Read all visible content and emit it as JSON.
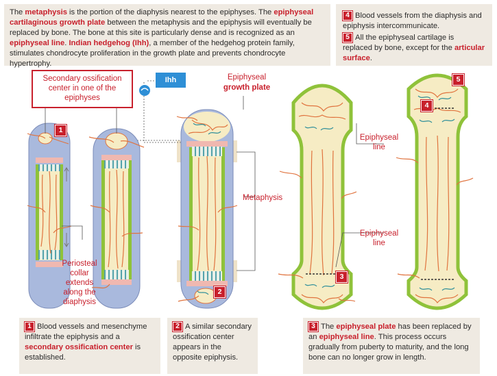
{
  "top_left_text": {
    "t1": "The ",
    "t2": "metaphysis",
    "t3": " is the portion of the diaphysis nearest to the epiphyses. The ",
    "t4": "epiphyseal cartilaginous growth plate",
    "t5": " between the metaphysis and the epiphysis will eventually be replaced by bone. The bone at this site is particularly dense and is recognized as an ",
    "t6": "epiphyseal line",
    "t7": ". ",
    "t8": "Indian hedgehog (Ihh)",
    "t9": ", a member of the hedgehog protein family, stimulates chondrocyte proliferation in the growth plate and prevents chondrocyte hypertrophy."
  },
  "top_right_text": {
    "n4": "4",
    "s4": "Blood vessels from the diaphysis and epiphysis intercommunicate.",
    "n5": "5",
    "s5a": "All the epiphyseal cartilage is replaced by bone, except for the ",
    "s5b": "articular surface",
    "s5c": "."
  },
  "labels": {
    "secondary_center": "Secondary ossification center in one of the epiphyses",
    "ihh": "Ihh",
    "growth_plate_1": "Epiphyseal",
    "growth_plate_2": "growth plate",
    "metaphysis": "Metaphysis",
    "epiphyseal_line_top": "Epiphyseal line",
    "epiphyseal_line_bottom": "Epiphyseal line",
    "periosteal_collar": "Periosteal collar extends along the diaphysis"
  },
  "badges": {
    "b1": "1",
    "b2": "2",
    "b3": "3",
    "b4": "4",
    "b5": "5"
  },
  "captions": {
    "c1_num": "1",
    "c1a": "Blood vessels and mesenchyme infiltrate the epiphysis and a ",
    "c1b": "secondary ossification center",
    "c1c": " is established.",
    "c2_num": "2",
    "c2a": "A similar secondary ossification center appears in the opposite epiphysis.",
    "c3_num": "3",
    "c3a": "The ",
    "c3b": "epiphyseal plate",
    "c3c": " has been replaced by an ",
    "c3d": "epiphyseal line",
    "c3e": ". This process occurs gradually from puberty to maturity, and the long bone can no longer grow in length."
  },
  "colors": {
    "accent_red": "#c8202c",
    "bone_blue": "#a9b9dd",
    "diaphysis_cream": "#f6ecc4",
    "collar_green": "#8fc23a",
    "vessel_orange": "#e0733e",
    "cartilage_teal": "#2f8f9a",
    "panel_beige": "#efeae2"
  }
}
